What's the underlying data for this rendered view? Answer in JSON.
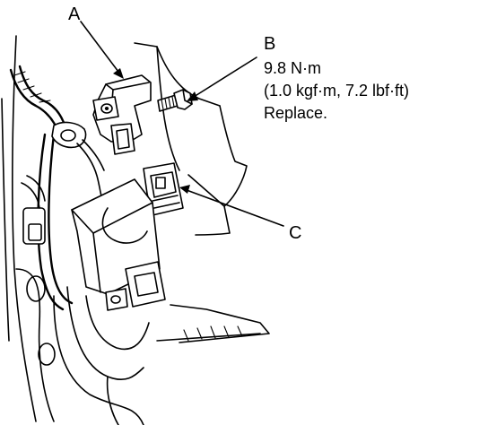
{
  "labels": {
    "a": "A",
    "b": "B",
    "c": "C",
    "b_torque": "9.8 N·m",
    "b_torque_alt": "(1.0 kgf·m, 7.2 lbf·ft)",
    "b_note": "Replace."
  },
  "colors": {
    "ink": "#000000",
    "paper": "#ffffff"
  }
}
